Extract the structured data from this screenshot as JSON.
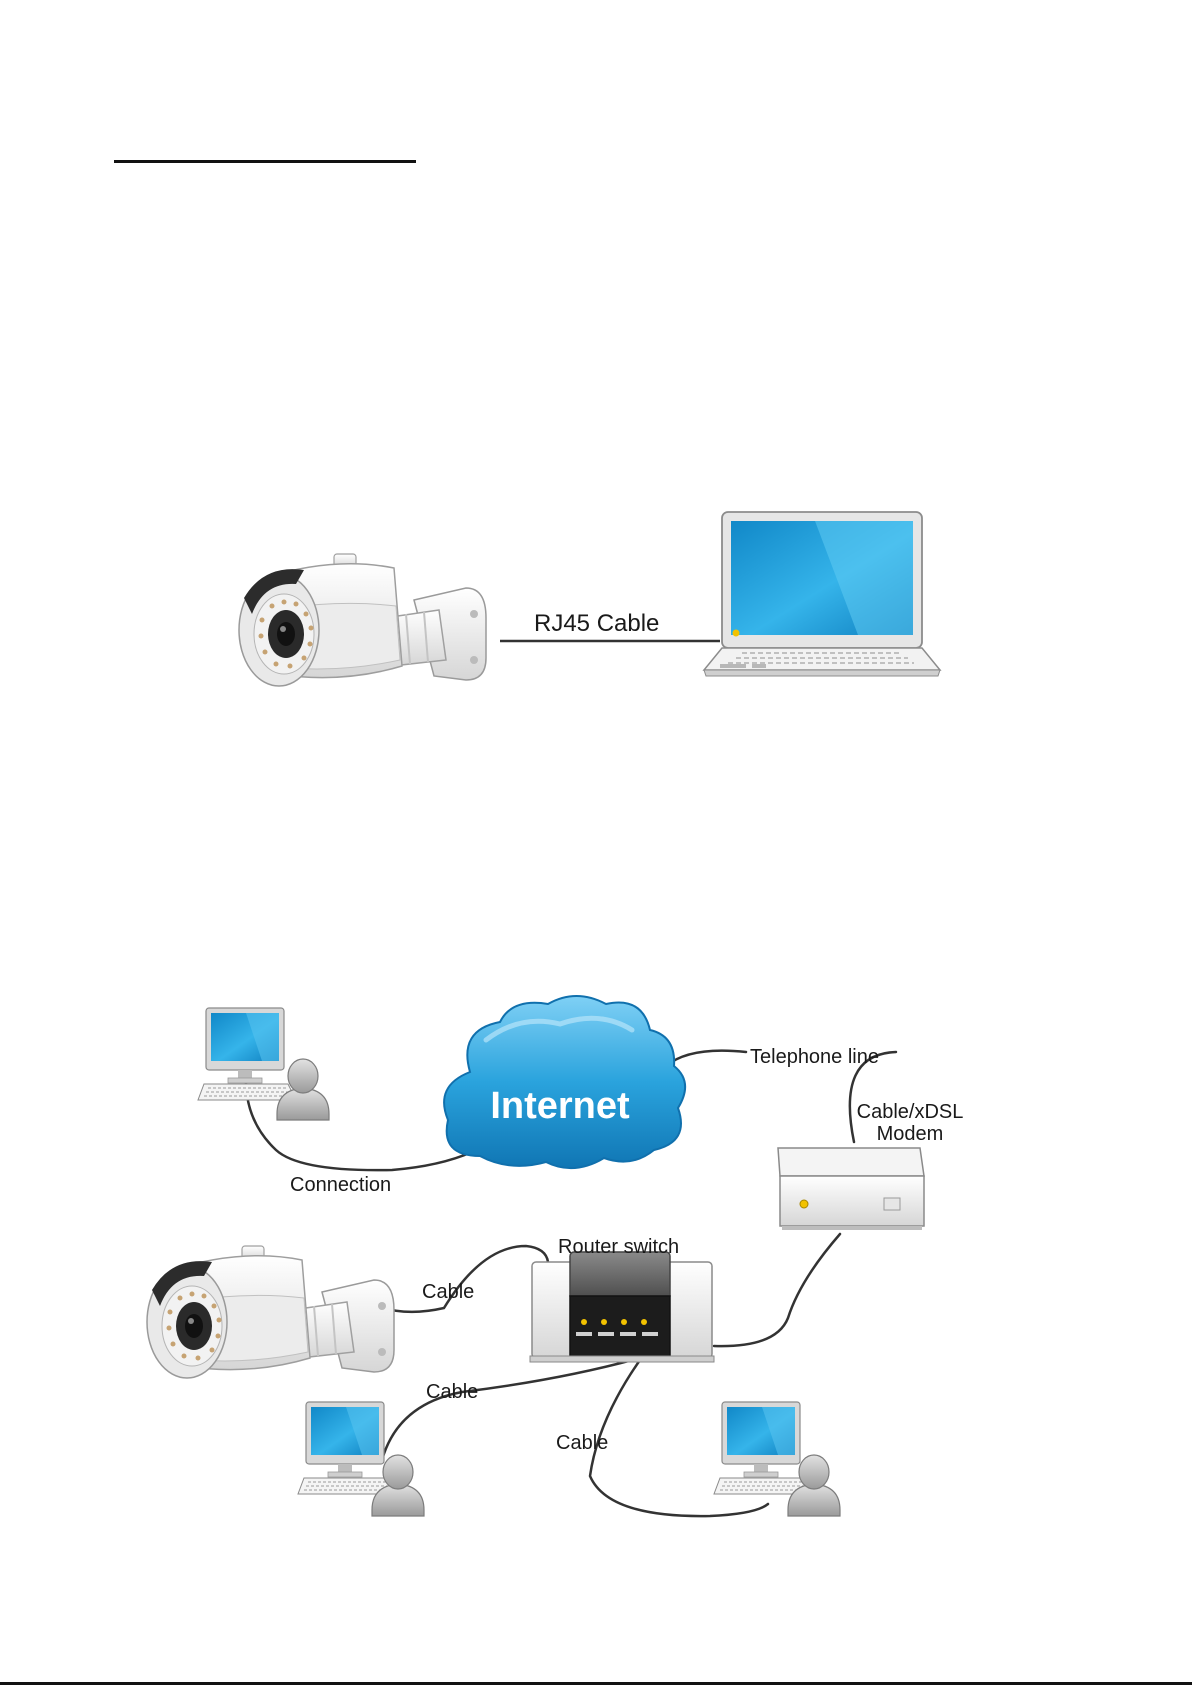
{
  "diagram1": {
    "cable_label": "RJ45 Cable"
  },
  "diagram2": {
    "cloud_label": "Internet",
    "telephone_label": "Telephone line",
    "modem_label_line1": "Cable/xDSL",
    "modem_label_line2": "Modem",
    "connection_label": "Connection",
    "router_label": "Router switch",
    "cable_label_camera": "Cable",
    "cable_label_pc_left": "Cable",
    "cable_label_pc_right": "Cable"
  },
  "colors": {
    "screen_blue": "#1e9fd8",
    "cloud_blue": "#2aa3dd",
    "led_yellow": "#f2c200",
    "cable_stroke": "#333333"
  }
}
